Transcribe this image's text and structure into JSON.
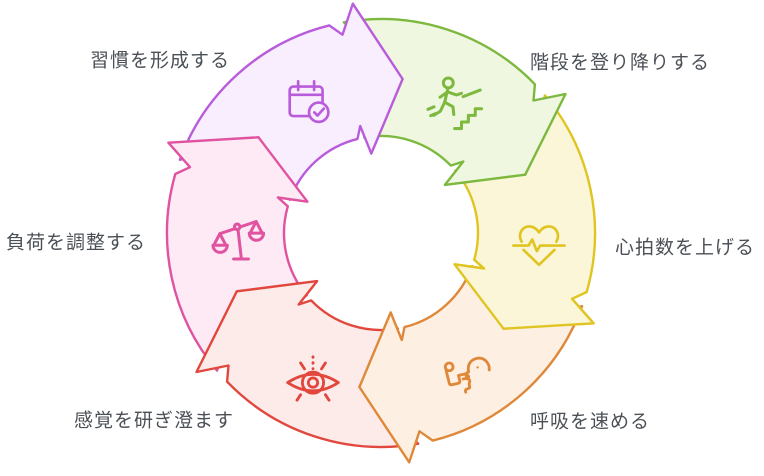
{
  "diagram": {
    "type": "cycle",
    "direction": "clockwise",
    "background_color": "#ffffff",
    "text_color": "#4b5056",
    "steps": [
      {
        "label": "習慣を形成する",
        "icon": "calendar-check-icon",
        "stroke": "#b95cdc",
        "fill": "#f8eefd"
      },
      {
        "label": "階段を登り降りする",
        "icon": "person-climbing-stairs-icon",
        "stroke": "#7db83f",
        "fill": "#eff7e0"
      },
      {
        "label": "心拍数を上げる",
        "icon": "heart-pulse-icon",
        "stroke": "#e0c522",
        "fill": "#fbf6d7"
      },
      {
        "label": "呼吸を速める",
        "icon": "inhaler-breathing-face-icon",
        "stroke": "#e0883a",
        "fill": "#fdf0e3"
      },
      {
        "label": "感覚を研ぎ澄ます",
        "icon": "eye-focus-icon",
        "stroke": "#e2473e",
        "fill": "#fdebe9"
      },
      {
        "label": "負荷を調整する",
        "icon": "balance-scale-icon",
        "stroke": "#e053a0",
        "fill": "#fdeaf5"
      }
    ]
  }
}
